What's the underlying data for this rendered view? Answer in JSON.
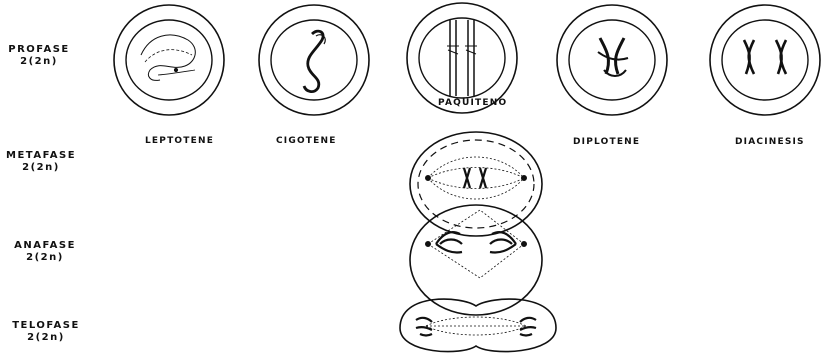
{
  "rows": [
    {
      "phase": "PROFASE",
      "ploidy": "2(2n)"
    },
    {
      "phase": "METAFASE",
      "ploidy": "2(2n)"
    },
    {
      "phase": "ANAFASE",
      "ploidy": "2(2n)"
    },
    {
      "phase": "TELOFASE",
      "ploidy": "2(2n)"
    }
  ],
  "prophase_stages": [
    "LEPTOTENE",
    "CIGOTENE",
    "PAQUITENO",
    "DIPLOTENE",
    "DIACINESIS"
  ]
}
